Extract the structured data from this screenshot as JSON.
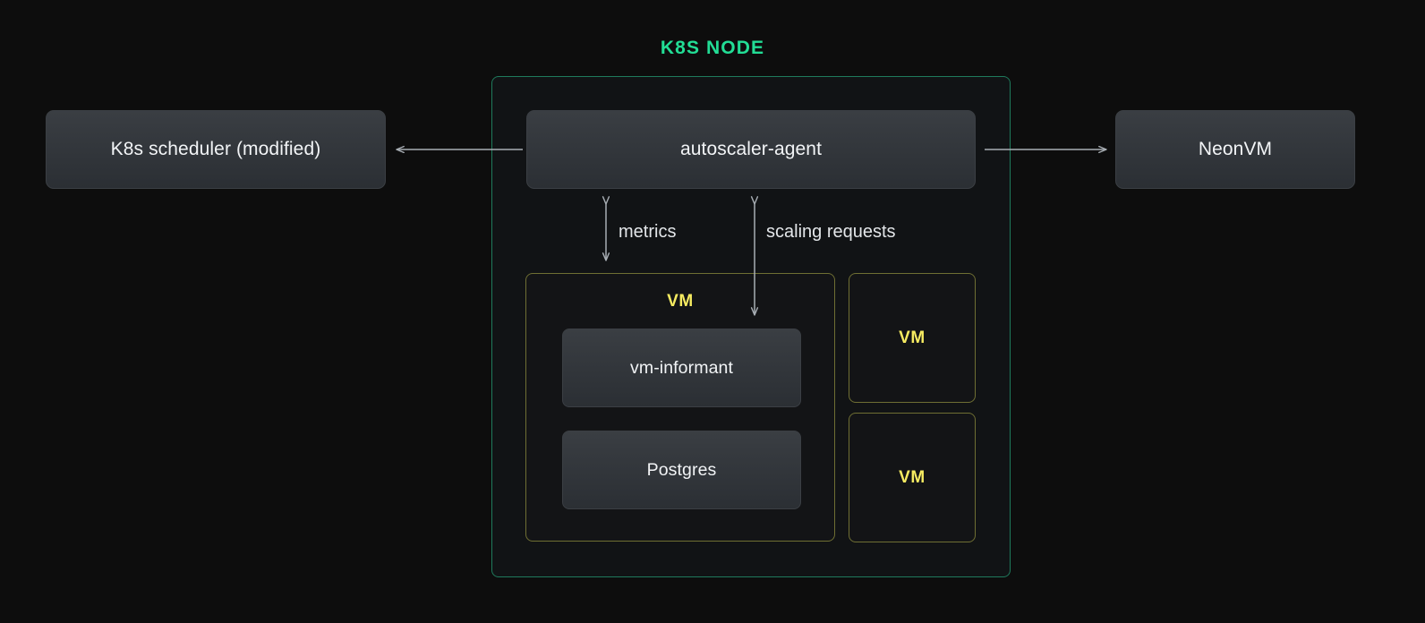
{
  "diagram": {
    "background_color": "#0d0d0d",
    "title": "K8S NODE",
    "title_color": "#22dd95",
    "container_border_color": "#1f7a5c",
    "vm_border_color": "#6f6f33",
    "vm_label_color": "#f6eb61",
    "arrow_color": "#a8aeb4"
  },
  "external_nodes": {
    "scheduler": {
      "label": "K8s scheduler (modified)"
    },
    "neonvm": {
      "label": "NeonVM"
    }
  },
  "k8s_node": {
    "agent": {
      "label": "autoscaler-agent"
    },
    "flows": [
      {
        "label": "metrics",
        "direction": "bidirectional"
      },
      {
        "label": "scaling requests",
        "direction": "bidirectional"
      }
    ],
    "vms": [
      {
        "label": "VM",
        "primary": true,
        "components": [
          {
            "label": "vm-informant"
          },
          {
            "label": "Postgres"
          }
        ]
      },
      {
        "label": "VM",
        "primary": false
      },
      {
        "label": "VM",
        "primary": false
      }
    ]
  },
  "connections": [
    {
      "from": "autoscaler-agent",
      "to": "K8s scheduler (modified)",
      "direction": "left"
    },
    {
      "from": "autoscaler-agent",
      "to": "NeonVM",
      "direction": "right"
    }
  ]
}
